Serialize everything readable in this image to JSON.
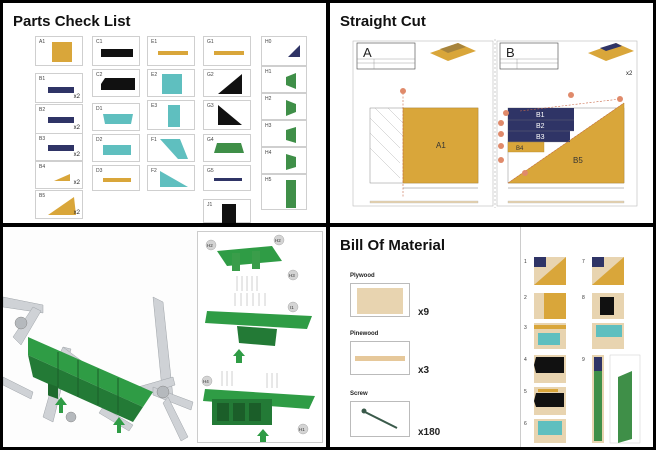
{
  "panels": {
    "parts": {
      "title": "Parts Check List",
      "cards": {
        "a1": {
          "label": "A1"
        },
        "b1": {
          "label": "B1",
          "qty": "x2"
        },
        "b2": {
          "label": "B2",
          "qty": "x2"
        },
        "b3": {
          "label": "B3",
          "qty": "x2"
        },
        "b4": {
          "label": "B4",
          "qty": "x2"
        },
        "b5": {
          "label": "B5",
          "qty": "x2"
        },
        "c1": {
          "label": "C1"
        },
        "c2": {
          "label": "C2"
        },
        "d1": {
          "label": "D1"
        },
        "d2": {
          "label": "D2"
        },
        "d3": {
          "label": "D3"
        },
        "e1": {
          "label": "E1"
        },
        "e2": {
          "label": "E2"
        },
        "e3": {
          "label": "E3"
        },
        "f1": {
          "label": "F1"
        },
        "f2": {
          "label": "F2"
        },
        "g1": {
          "label": "G1"
        },
        "g2": {
          "label": "G2"
        },
        "g3": {
          "label": "G3"
        },
        "g4": {
          "label": "G4"
        },
        "g5": {
          "label": "G5"
        },
        "h0": {
          "label": "H0"
        },
        "h1": {
          "label": "H1"
        },
        "h2": {
          "label": "H2"
        },
        "h3": {
          "label": "H3"
        },
        "h4": {
          "label": "H4"
        },
        "h5": {
          "label": "H5"
        },
        "j1": {
          "label": "J1"
        }
      }
    },
    "cut": {
      "title": "Straight Cut",
      "sheet_a": {
        "label": "A",
        "piece": "A1"
      },
      "sheet_b": {
        "label": "B",
        "pieces": [
          "B1",
          "B2",
          "B3",
          "B4",
          "B5"
        ],
        "qty": "x2"
      }
    },
    "assembly": {
      "callouts": [
        "H2",
        "H3",
        "I1",
        "H4",
        "H1"
      ]
    },
    "bom": {
      "title": "Bill Of Material",
      "materials": [
        {
          "name": "Plywood",
          "qty": "x9"
        },
        {
          "name": "Pinewood",
          "qty": "x3"
        },
        {
          "name": "Screw",
          "qty": "x180"
        }
      ],
      "sheet_numbers": [
        "1",
        "2",
        "3",
        "4",
        "5",
        "6",
        "7",
        "8",
        "9"
      ]
    }
  },
  "colors": {
    "plywood": "#d9a63a",
    "navy": "#2f3466",
    "black": "#111111",
    "teal": "#5fbfbf",
    "green": "#3f8f48",
    "leaf": "#2f9c45",
    "wood": "#e8d4b0"
  }
}
